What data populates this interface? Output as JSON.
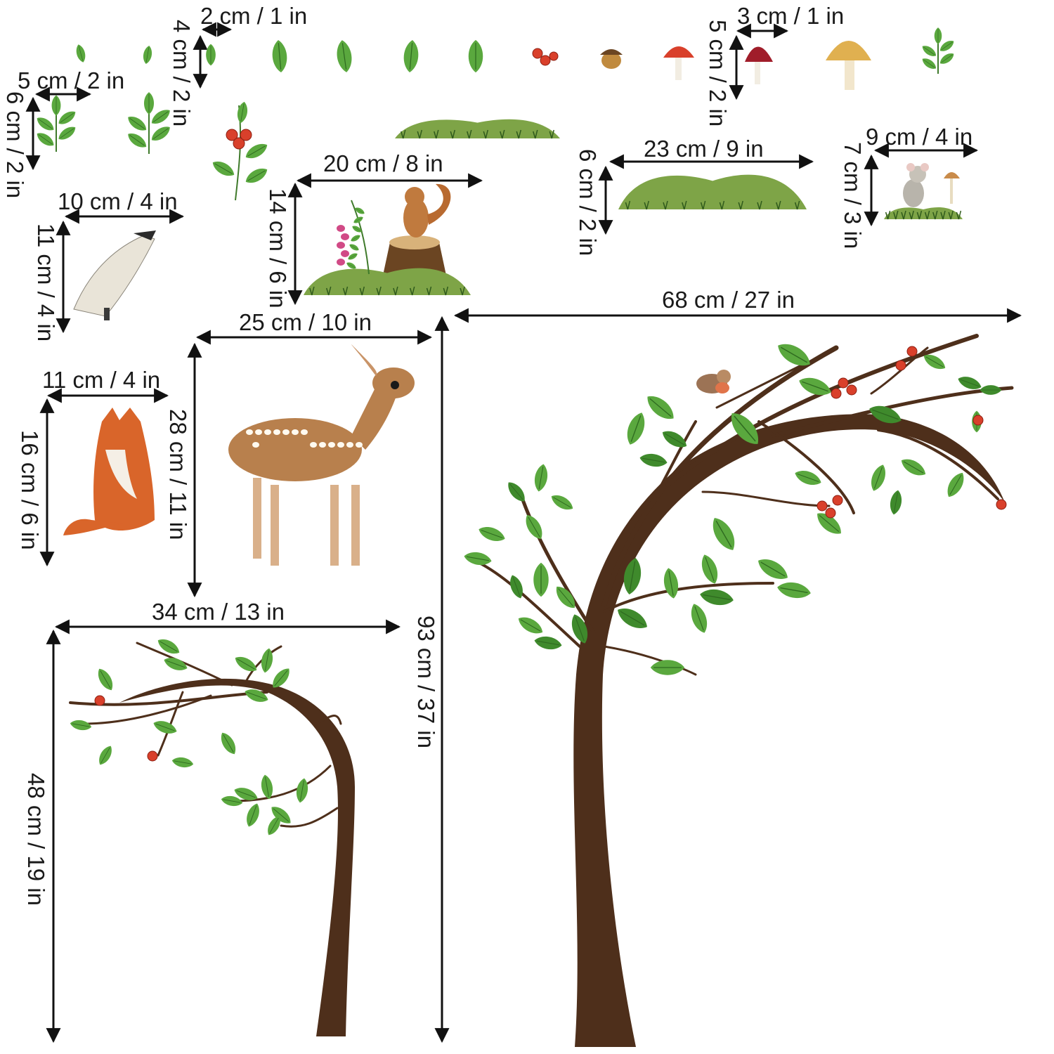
{
  "colors": {
    "leaf": "#5aa83e",
    "leaf_dark": "#3f8a2c",
    "trunk": "#4e2f1b",
    "berry": "#d9402b",
    "grass": "#7ea447",
    "fox": "#d9652a",
    "fawn": "#b8804d",
    "arrow": "#111111"
  },
  "icons": [
    "leaf-icon",
    "berry-icon",
    "acorn-icon",
    "mushroom-icon",
    "squirrel-icon",
    "badger-icon",
    "mouse-icon",
    "fox-icon",
    "fawn-icon",
    "bird-icon",
    "tree-icon",
    "grass-patch-icon"
  ],
  "labels": {
    "leaf_width": "2 cm / 1 in",
    "leaf_height": "4 cm / 2 in",
    "mushroom_width": "3 cm / 1 in",
    "mushroom_height": "5 cm / 2 in",
    "sprig_width": "5 cm / 2 in",
    "sprig_height": "6 cm / 2 in",
    "squirrel_width": "20 cm / 8 in",
    "squirrel_height": "14 cm / 6 in",
    "grass_width": "23 cm / 9 in",
    "grass_height": "6 cm / 2 in",
    "mouse_width": "9 cm / 4 in",
    "mouse_height": "7 cm / 3 in",
    "badger_width": "10 cm / 4 in",
    "badger_height": "11 cm / 4 in",
    "fawn_width": "25 cm / 10 in",
    "fawn_height": "28 cm / 11 in",
    "fox_width": "11 cm / 4 in",
    "fox_height": "16 cm / 6 in",
    "big_tree_width": "68 cm / 27 in",
    "big_tree_height": "93 cm / 37 in",
    "small_tree_width": "34 cm / 13 in",
    "small_tree_height": "48 cm / 19 in"
  }
}
